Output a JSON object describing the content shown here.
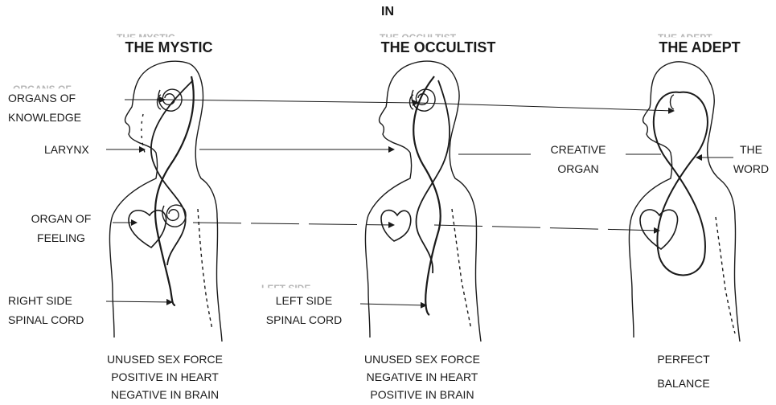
{
  "header": {
    "top_text": "IN"
  },
  "figures": [
    {
      "title": "THE MYSTIC",
      "caption": [
        "UNUSED SEX FORCE",
        "POSITIVE IN HEART",
        "NEGATIVE IN BRAIN"
      ]
    },
    {
      "title": "THE OCCULTIST",
      "caption": [
        "UNUSED SEX FORCE",
        "NEGATIVE IN HEART",
        "POSITIVE IN BRAIN"
      ]
    },
    {
      "title": "THE ADEPT",
      "caption": [
        "PERFECT",
        "BALANCE"
      ]
    }
  ],
  "labels": {
    "organs_of_knowledge": [
      "ORGANS OF",
      "KNOWLEDGE"
    ],
    "larynx": "LARYNX",
    "organ_of_feeling": [
      "ORGAN OF",
      "FEELING"
    ],
    "right_side_spinal_cord": [
      "RIGHT SIDE",
      "SPINAL CORD"
    ],
    "left_side_spinal_cord": [
      "LEFT SIDE",
      "SPINAL CORD"
    ],
    "creative_organ": [
      "CREATIVE",
      "ORGAN"
    ],
    "the_word": [
      "THE",
      "WORD"
    ]
  },
  "colors": {
    "ink": "#1a1a1a",
    "faint_text": "#7a7a7a",
    "background": "#ffffff"
  }
}
